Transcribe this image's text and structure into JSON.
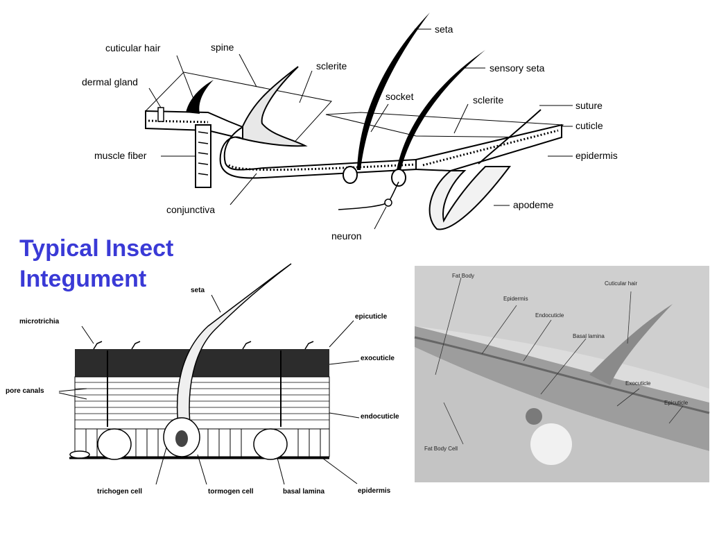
{
  "title": {
    "line1": "Typical Insect",
    "line2": "Integument"
  },
  "top_diagram": {
    "labels": {
      "cuticular_hair": "cuticular hair",
      "spine": "spine",
      "dermal_gland": "dermal gland",
      "sclerite_left": "sclerite",
      "seta": "seta",
      "sensory_seta": "sensory seta",
      "socket": "socket",
      "sclerite_right": "sclerite",
      "suture": "suture",
      "cuticle": "cuticle",
      "muscle_fiber": "muscle fiber",
      "epidermis": "epidermis",
      "apodeme": "apodeme",
      "conjunctiva": "conjunctiva",
      "neuron": "neuron"
    }
  },
  "bottom_diagram": {
    "labels": {
      "seta": "seta",
      "microtrichia": "microtrichia",
      "epicuticle": "epicuticle",
      "exocuticle": "exocuticle",
      "pore_canals": "pore  canals",
      "endocuticle": "endocuticle",
      "trichogen_cell": "trichogen  cell",
      "tormogen_cell": "tormogen  cell",
      "basal_lamina": "basal lamina",
      "epidermis": "epidermis"
    }
  },
  "micrograph": {
    "labels": {
      "fat_body": "Fat Body",
      "epidermis": "Epidermis",
      "endocuticle": "Endocuticle",
      "basal_lamina": "Basal lamina",
      "cuticular_hair": "Cuticular hair",
      "exocuticle": "Exocuticle",
      "epicuticle": "Epicuticle",
      "fat_body_cell": "Fat Body Cell"
    }
  }
}
